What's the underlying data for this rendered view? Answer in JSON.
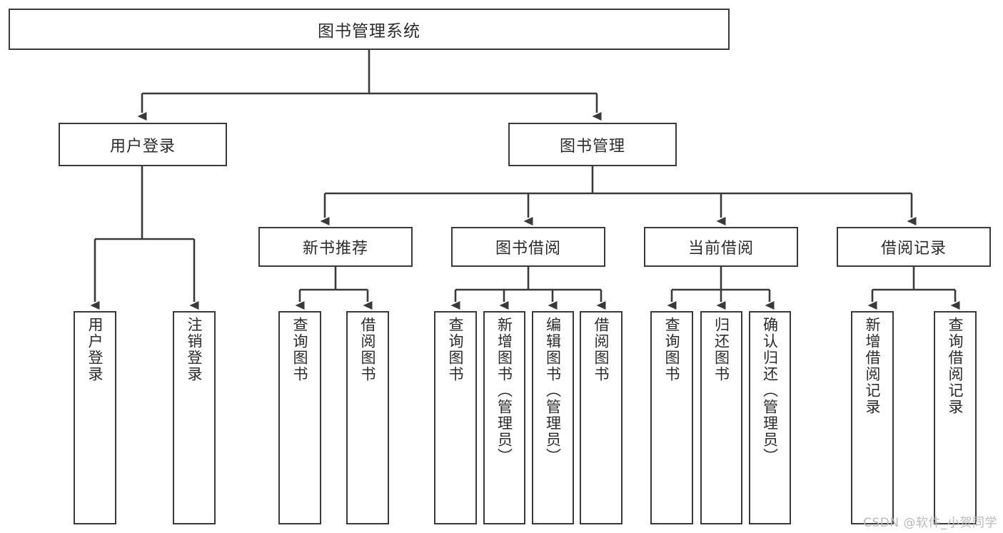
{
  "diagram": {
    "title": "图书管理系统",
    "watermark": "CSDN @软件_小贺同学",
    "colors": {
      "box_border": "#3a3a3a",
      "box_fill": "#ffffff",
      "connector": "#3a3a3a",
      "text": "#2b2b2b",
      "watermark": "#b9b9b9"
    },
    "root": {
      "label": "图书管理系统"
    },
    "level2": [
      {
        "label": "用户登录"
      },
      {
        "label": "图书管理"
      }
    ],
    "level3": [
      {
        "label": "新书推荐"
      },
      {
        "label": "图书借阅"
      },
      {
        "label": "当前借阅"
      },
      {
        "label": "借阅记录"
      }
    ],
    "leaves": {
      "user_login": [
        {
          "label": "用户登录"
        },
        {
          "label": "注销登录"
        }
      ],
      "new_book_recommend": [
        {
          "label": "查询图书"
        },
        {
          "label": "借阅图书"
        }
      ],
      "book_borrow": [
        {
          "label": "查询图书"
        },
        {
          "label": "新增图书（管理员）"
        },
        {
          "label": "编辑图书（管理员）"
        },
        {
          "label": "借阅图书"
        }
      ],
      "current_borrow": [
        {
          "label": "查询图书"
        },
        {
          "label": "归还图书"
        },
        {
          "label": "确认归还（管理员）"
        }
      ],
      "borrow_record": [
        {
          "label": "新增借阅记录"
        },
        {
          "label": "查询借阅记录"
        }
      ]
    }
  }
}
